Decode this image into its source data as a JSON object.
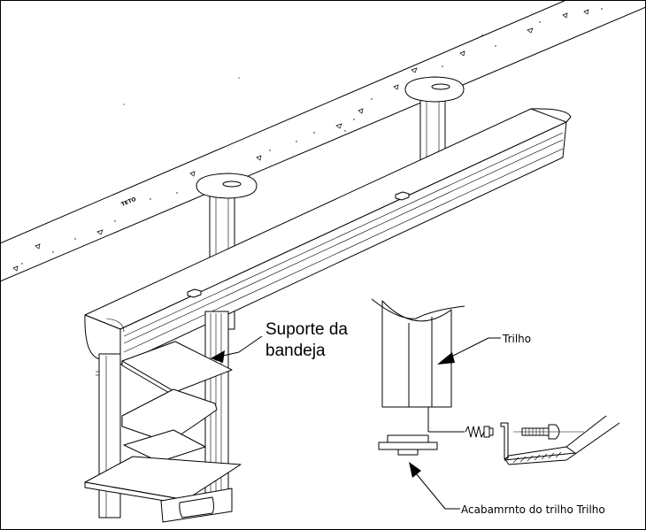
{
  "labels": {
    "ceiling": "TETO",
    "tray_support_line1": "Suporte da",
    "tray_support_line2": "bandeja",
    "rail": "Trilho",
    "rail_finish": "Acabamrnto do trilho Trilho"
  },
  "colors": {
    "line": "#000000",
    "background": "#ffffff"
  }
}
